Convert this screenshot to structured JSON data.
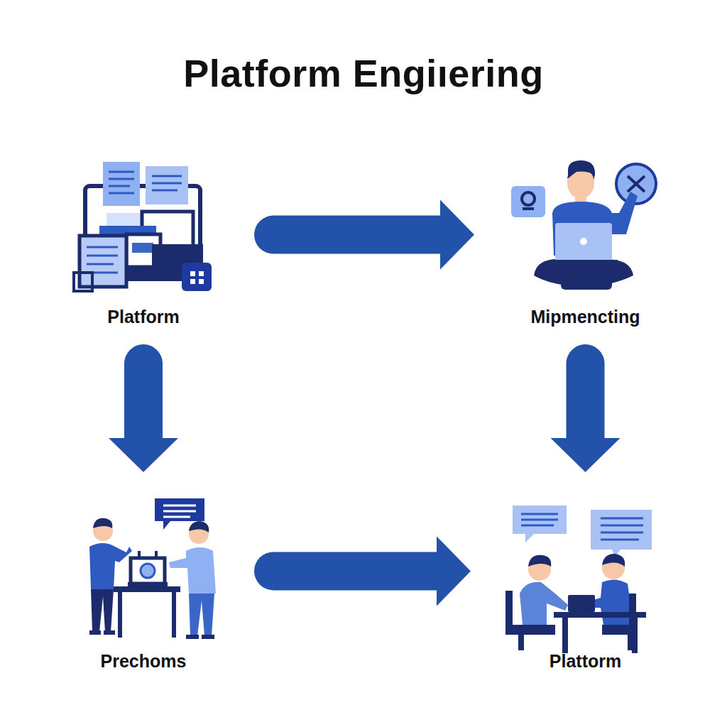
{
  "diagram": {
    "title": "Platform Engiıering",
    "nodes": [
      {
        "text": [
          "Platform"
        ]
      },
      {
        "text": [
          "Mipmencting"
        ]
      },
      {
        "text": [
          "Prechoms"
        ]
      },
      {
        "text": [
          "Plattorm"
        ]
      }
    ],
    "edges": [
      {
        "from": 0,
        "to": 1,
        "arrow": "to"
      },
      {
        "from": 0,
        "to": 2,
        "arrow": "to"
      },
      {
        "from": 1,
        "to": 3,
        "arrow": "to"
      },
      {
        "from": 2,
        "to": 3,
        "arrow": "to"
      }
    ]
  }
}
